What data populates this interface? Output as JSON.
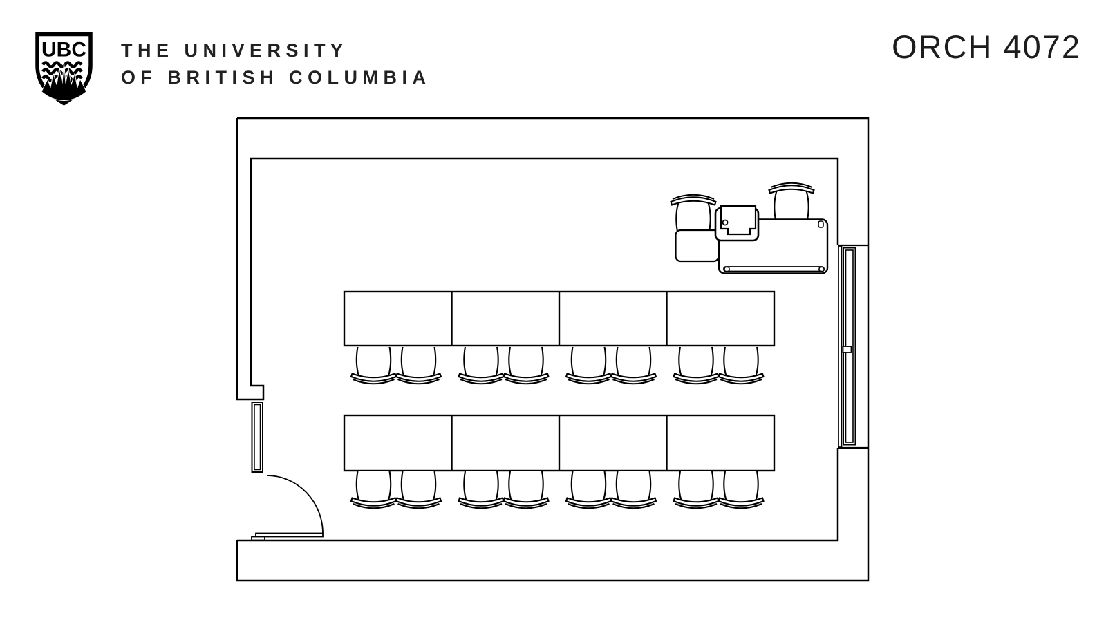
{
  "page": {
    "background": "#ffffff",
    "ink": "#000000"
  },
  "header": {
    "logo": {
      "monogram": "UBC"
    },
    "university_name_line1": "THE UNIVERSITY",
    "university_name_line2": "OF BRITISH COLUMBIA",
    "room_label": "ORCH 4072"
  },
  "floor_plan": {
    "room": "ORCH 4072",
    "student_table_rows": 2,
    "tables_per_row": 4,
    "chairs_per_table": 2,
    "total_student_seats": 16,
    "instructor_chairs": 2,
    "features": [
      "entrance-door-with-swing",
      "door-sidelight",
      "window-right-wall",
      "instructor-desk",
      "lectern-unit",
      "side-table"
    ]
  }
}
